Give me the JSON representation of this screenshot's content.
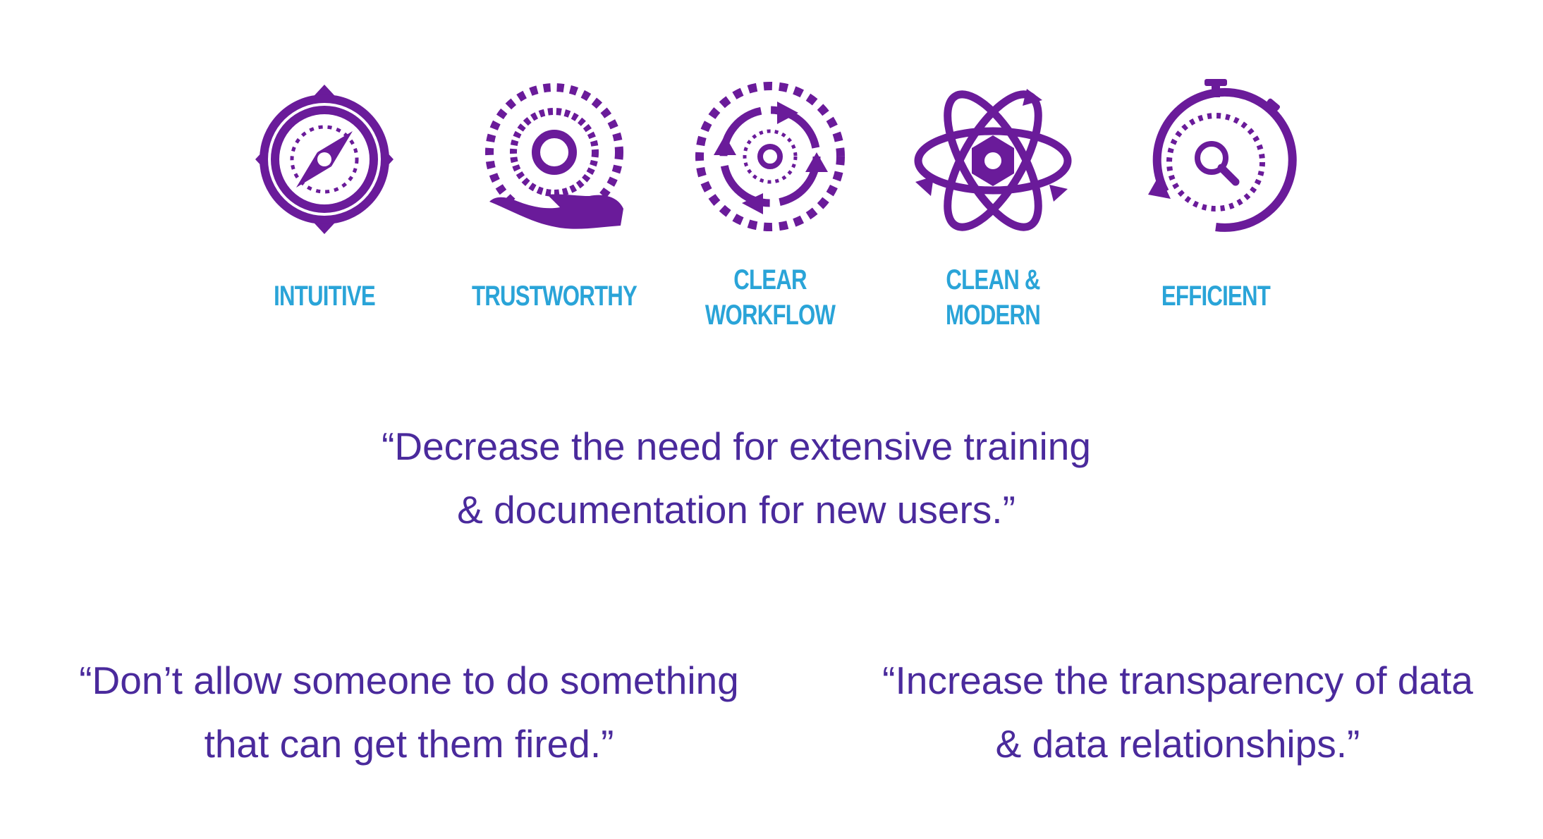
{
  "colors": {
    "icon": "#6a1b9a",
    "label": "#2aa4d8",
    "quote": "#4a2a9c",
    "background": "#ffffff"
  },
  "principles": [
    {
      "label": "INTUITIVE",
      "icon": "compass-icon"
    },
    {
      "label": "TRUSTWORTHY",
      "icon": "hand-gear-icon"
    },
    {
      "label": "CLEAR\nWORKFLOW",
      "icon": "cycle-arrows-icon"
    },
    {
      "label": "CLEAN &\nMODERN",
      "icon": "atom-icon"
    },
    {
      "label": "EFFICIENT",
      "icon": "stopwatch-icon"
    }
  ],
  "quotes": {
    "main": "“Decrease the need for extensive training\n& documentation for new users.”",
    "left": "“Don’t allow someone to do something\nthat can get them fired.”",
    "right": "“Increase the transparency of data\n& data relationships.”"
  }
}
